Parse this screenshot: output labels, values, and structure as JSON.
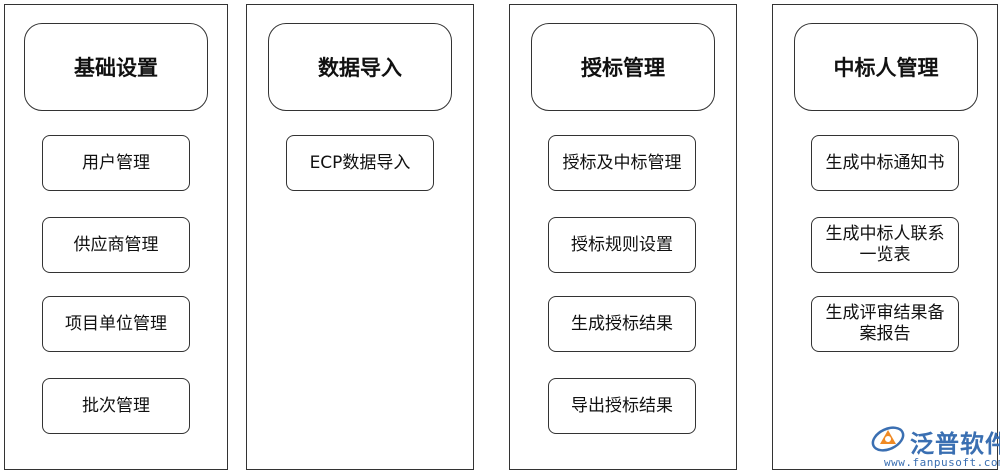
{
  "columns": [
    {
      "header": "基础设置",
      "items": [
        "用户管理",
        "供应商管理",
        "项目单位管理",
        "批次管理"
      ]
    },
    {
      "header": "数据导入",
      "items": [
        "ECP数据导入"
      ]
    },
    {
      "header": "授标管理",
      "items": [
        "授标及中标管理",
        "授标规则设置",
        "生成授标结果",
        "导出授标结果"
      ]
    },
    {
      "header": "中标人管理",
      "items": [
        "生成中标通知书",
        "生成中标人联系一览表",
        "生成评审结果备案报告"
      ]
    }
  ],
  "logo": {
    "name": "泛普软件",
    "url": "www.fanpusoft.com",
    "color": "#3a6fb2"
  }
}
